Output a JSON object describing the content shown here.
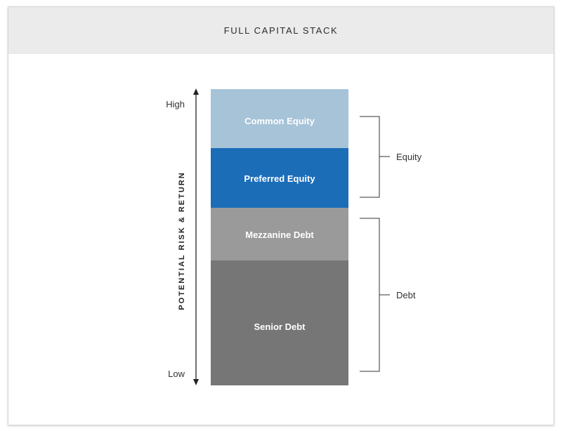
{
  "header": {
    "title": "FULL CAPITAL STACK"
  },
  "axis": {
    "title": "POTENTIAL RISK & RETURN",
    "high_label": "High",
    "low_label": "Low"
  },
  "stack": {
    "segments": [
      {
        "label": "Common Equity",
        "color": "#a6c3d8"
      },
      {
        "label": "Preferred Equity",
        "color": "#1b6db8"
      },
      {
        "label": "Mezzanine Debt",
        "color": "#9a9a9a"
      },
      {
        "label": "Senior Debt",
        "color": "#767676"
      }
    ]
  },
  "groups": {
    "equity_label": "Equity",
    "debt_label": "Debt"
  }
}
